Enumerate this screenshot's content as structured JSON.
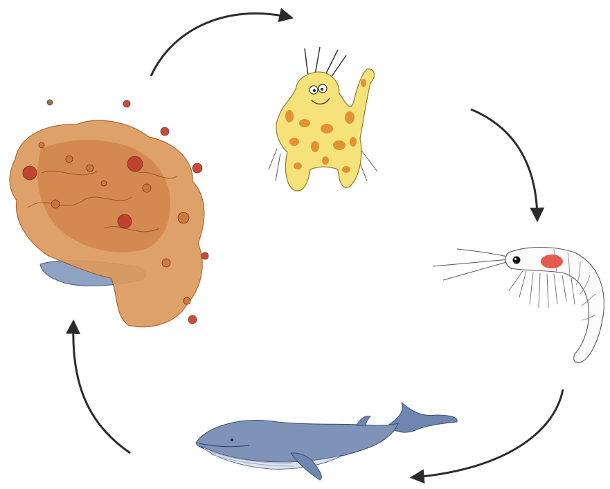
{
  "diagram": {
    "kind": "cycle",
    "text_labels": [],
    "stages": [
      {
        "id": "dead-whale-matter",
        "icon": "decomposing-whale-with-iron-particles-icon"
      },
      {
        "id": "phytoplankton",
        "icon": "cartoon-phytoplankton-character-icon"
      },
      {
        "id": "krill",
        "icon": "krill-shrimp-icon"
      },
      {
        "id": "blue-whale",
        "icon": "blue-whale-icon"
      }
    ],
    "arrows": [
      {
        "from": "dead-whale-matter",
        "to": "phytoplankton"
      },
      {
        "from": "phytoplankton",
        "to": "krill"
      },
      {
        "from": "krill",
        "to": "blue-whale"
      },
      {
        "from": "blue-whale",
        "to": "dead-whale-matter"
      }
    ],
    "colors": {
      "arrow": "#2b2b2b",
      "rust_brown": "#c8773a",
      "rust_light": "#e3a66a",
      "iron_red": "#c0392b",
      "plankton_yellow": "#f6e27a",
      "plankton_spots": "#e08a2c",
      "whale_blue": "#7f93b8",
      "whale_belly": "#dde3ee",
      "krill_red": "#e24a3b",
      "ink": "#333333"
    }
  }
}
